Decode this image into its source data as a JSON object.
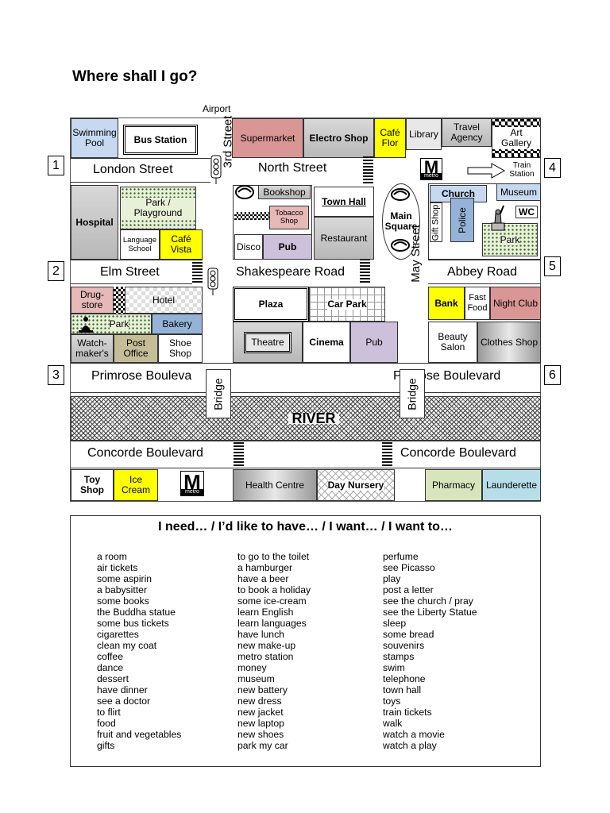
{
  "title": "Where shall I go?",
  "numbers": [
    "1",
    "2",
    "3",
    "4",
    "5",
    "6"
  ],
  "streets": {
    "london": "London Street",
    "north": "North Street",
    "elm": "Elm Street",
    "shakespeare": "Shakespeare Road",
    "abbey": "Abbey Road",
    "primrose_left": "Primrose Bouleva",
    "primrose_right": "ose Boulevard",
    "primrose_p": "P",
    "concorde_left": "Concorde Boulevard",
    "concorde_right": "Concorde Boulevard",
    "third": "3rd Street",
    "may": "May Street",
    "bridge": "Bridge",
    "river": "RIVER"
  },
  "labels": {
    "airport": "Airport",
    "train_station": "Train Station",
    "main_square": "Main Square",
    "metro": "metro",
    "metro_letter": "M"
  },
  "places": {
    "swimming_pool": "Swimming Pool",
    "bus_station": "Bus Station",
    "supermarket": "Supermarket",
    "electro_shop": "Electro Shop",
    "cafe_flor": "Café Flor",
    "library": "Library",
    "travel_agency": "Travel Agency",
    "art_gallery": "Art Gallery",
    "hospital": "Hospital",
    "park_playground": "Park / Playground",
    "language_school": "Language School",
    "cafe_vista": "Café Vista",
    "bookshop": "Bookshop",
    "tobacco_shop": "Tobacco Shop",
    "town_hall": "Town Hall",
    "restaurant": "Restaurant",
    "disco": "Disco",
    "pub_north": "Pub",
    "church": "Church",
    "gift_shop": "Gift Shop",
    "police": "Police",
    "museum": "Museum",
    "wc": "WC",
    "park_liberty": "Park",
    "drugstore": "Drug-store",
    "hotel": "Hotel",
    "park_buddha": "Park",
    "bakery": "Bakery",
    "watchmaker": "Watch-maker's",
    "post_office": "Post Office",
    "shoe_shop": "Shoe Shop",
    "plaza": "Plaza",
    "car_park": "Car Park",
    "theatre": "Theatre",
    "cinema": "Cinema",
    "pub_south": "Pub",
    "bank": "Bank",
    "fast_food": "Fast Food",
    "night_club": "Night Club",
    "beauty_salon": "Beauty Salon",
    "clothes_shop": "Clothes Shop",
    "toy_shop": "Toy Shop",
    "ice_cream": "Ice Cream",
    "health_centre": "Health Centre",
    "day_nursery": "Day Nursery",
    "pharmacy": "Pharmacy",
    "launderette": "Launderette"
  },
  "colors": {
    "light_blue": "#c6d9f1",
    "pink": "#e6b8b7",
    "red": "#da9694",
    "yellow": "#ffff00",
    "lilac": "#ccc0da",
    "olive": "#c4bd97",
    "blue": "#95b3d7",
    "green": "#d7e4bd",
    "aqua": "#b7dee8"
  },
  "words_heading": "I need… / I’d like to have… / I want… / I want to…",
  "words": {
    "col1": [
      "a room",
      "air tickets",
      "some aspirin",
      "a babysitter",
      "some books",
      "the Buddha statue",
      "some bus tickets",
      "cigarettes",
      "clean my coat",
      "coffee",
      "dance",
      "dessert",
      "have dinner",
      "see a doctor",
      "to flirt",
      "food",
      "fruit and vegetables",
      "gifts"
    ],
    "col2": [
      "to go to the toilet",
      "a hamburger",
      "have a beer",
      "to book a holiday",
      "some ice-cream",
      "learn English",
      "learn languages",
      "have lunch",
      "new make-up",
      "metro station",
      "money",
      "museum",
      "new battery",
      "new dress",
      "new jacket",
      "new laptop",
      "new shoes",
      "park my car"
    ],
    "col3": [
      "perfume",
      "see Picasso",
      "play",
      "post a letter",
      "see the church / pray",
      "see the Liberty Statue",
      "sleep",
      "some bread",
      "souvenirs",
      "stamps",
      "swim",
      "telephone",
      "town hall",
      "toys",
      "train tickets",
      "walk",
      "watch a movie",
      "watch a play"
    ]
  }
}
